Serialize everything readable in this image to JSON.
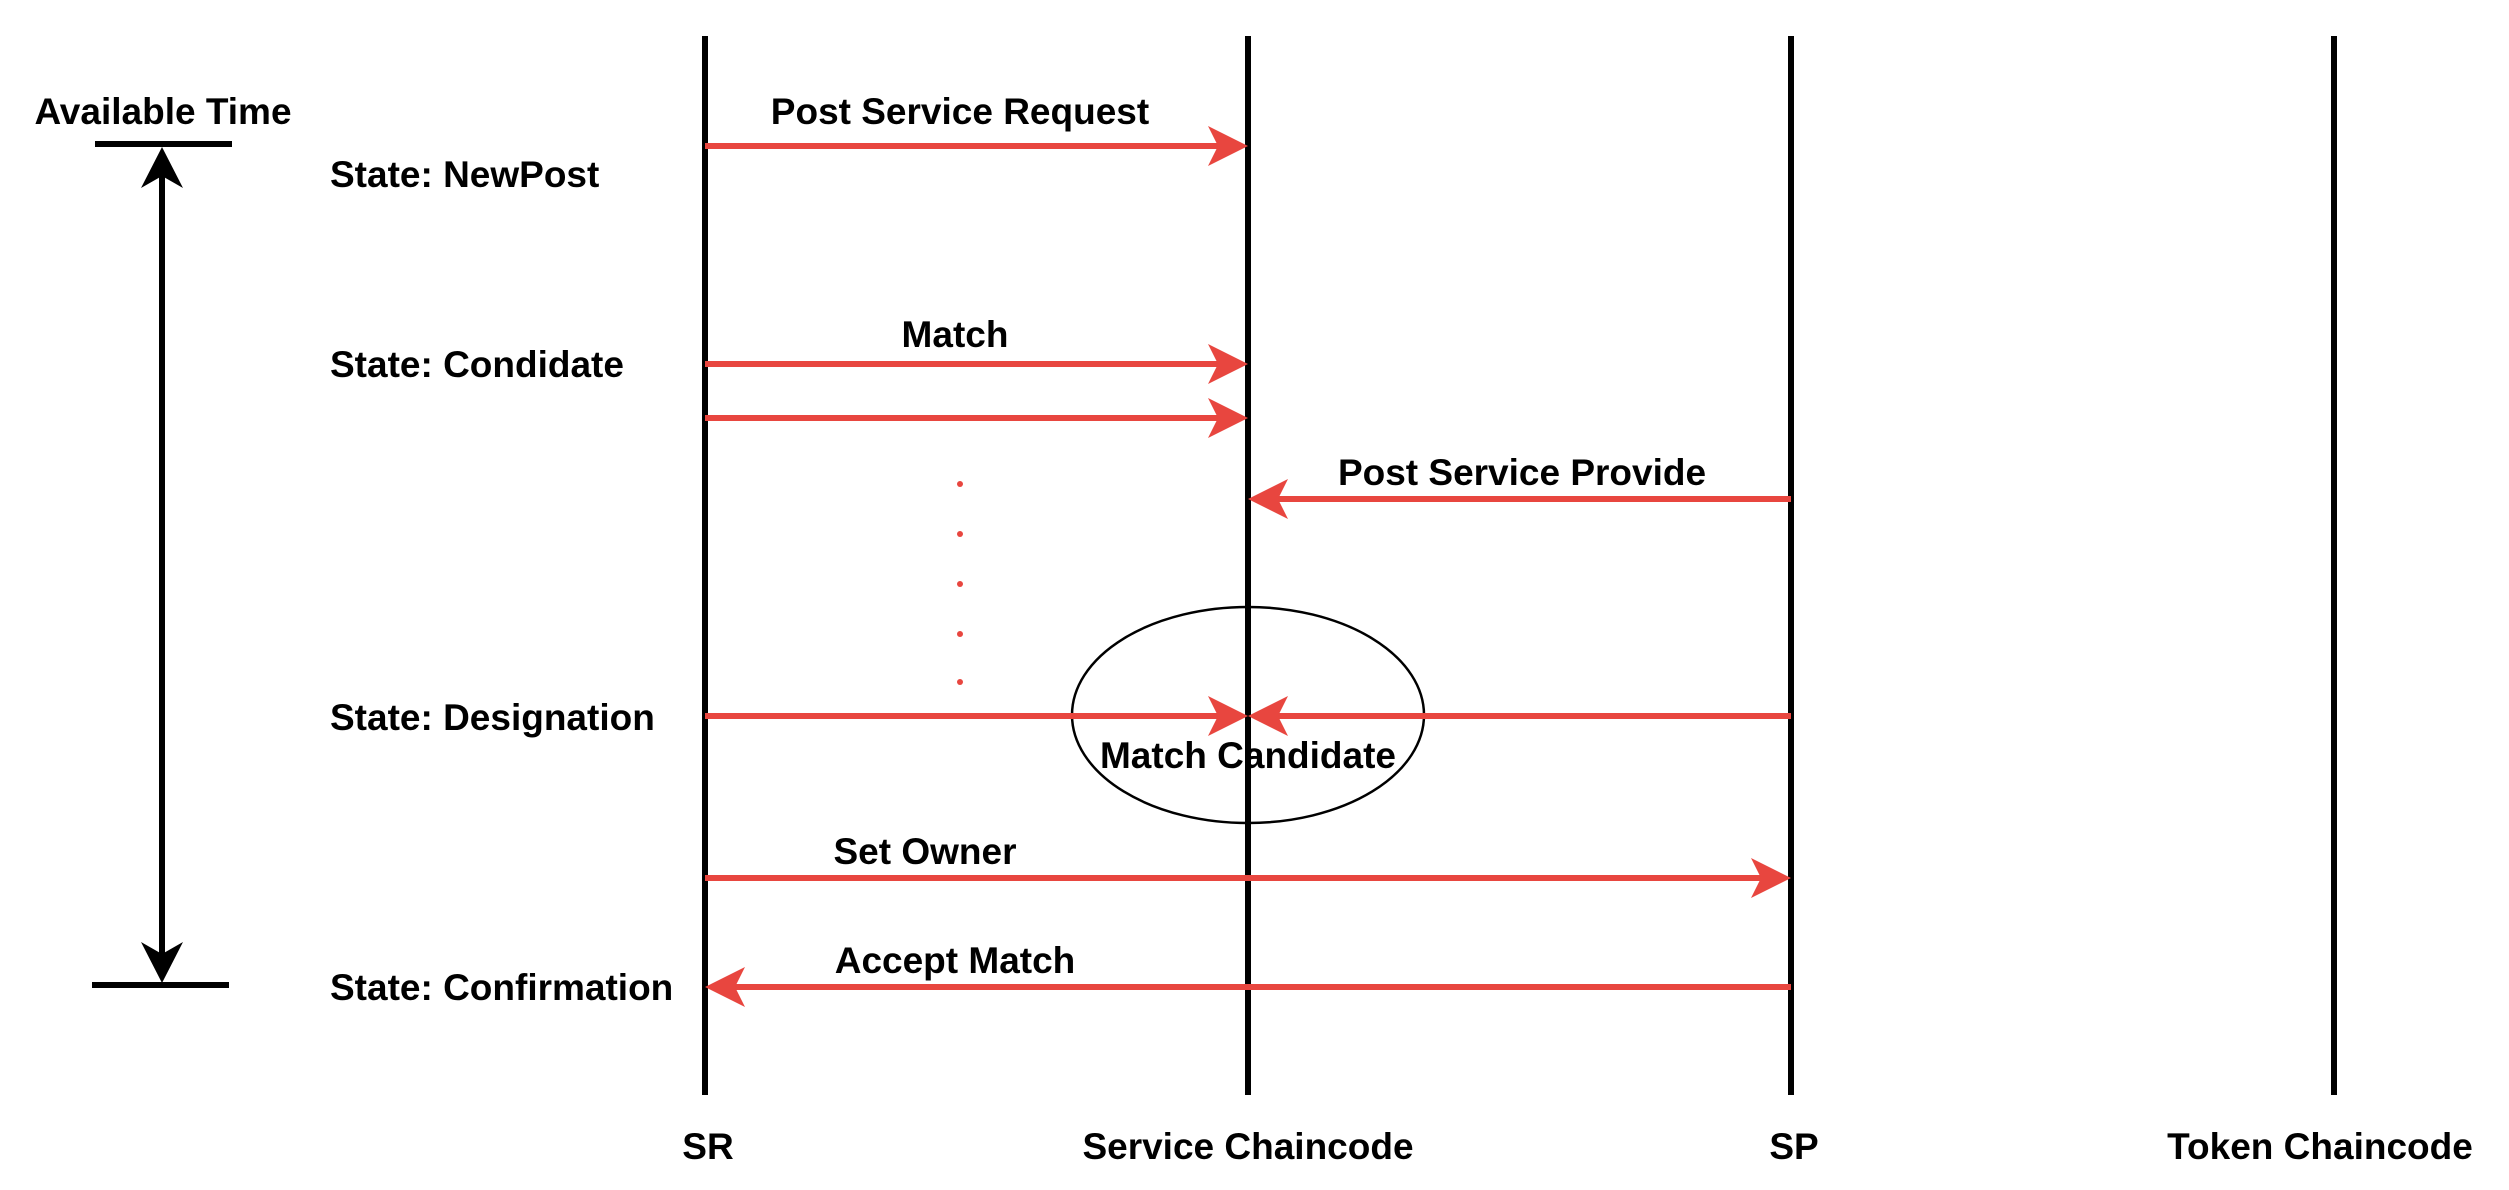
{
  "available_time_label": "Available Time",
  "participants": [
    {
      "id": "sr",
      "label": "SR"
    },
    {
      "id": "service",
      "label": "Service Chaincode"
    },
    {
      "id": "sp",
      "label": "SP"
    },
    {
      "id": "token",
      "label": "Token Chaincode"
    }
  ],
  "states": [
    {
      "id": "newpost",
      "label": "State: NewPost"
    },
    {
      "id": "condidate",
      "label": "State: Condidate"
    },
    {
      "id": "designation",
      "label": "State: Designation"
    },
    {
      "id": "confirmation",
      "label": "State: Confirmation"
    }
  ],
  "messages": [
    {
      "id": "post-service-request",
      "label": "Post Service Request",
      "from": "SR",
      "to": "Service Chaincode"
    },
    {
      "id": "match",
      "label": "Match",
      "from": "SR",
      "to": "Service Chaincode"
    },
    {
      "id": "match-repeat",
      "label": "",
      "from": "SR",
      "to": "Service Chaincode"
    },
    {
      "id": "post-service-provide",
      "label": "Post Service Provide",
      "from": "SP",
      "to": "Service Chaincode"
    },
    {
      "id": "designation-from-sr",
      "label": "",
      "from": "SR",
      "to": "Service Chaincode"
    },
    {
      "id": "designation-from-sp",
      "label": "",
      "from": "SP",
      "to": "Service Chaincode"
    },
    {
      "id": "set-owner",
      "label": "Set Owner",
      "from": "SR",
      "to": "SP"
    },
    {
      "id": "accept-match",
      "label": "Accept Match",
      "from": "SP",
      "to": "SR"
    }
  ],
  "match_candidate_label": "Match Candidate",
  "colors": {
    "message": "#e8463f",
    "lifeline": "#000000",
    "background": "#ffffff"
  }
}
